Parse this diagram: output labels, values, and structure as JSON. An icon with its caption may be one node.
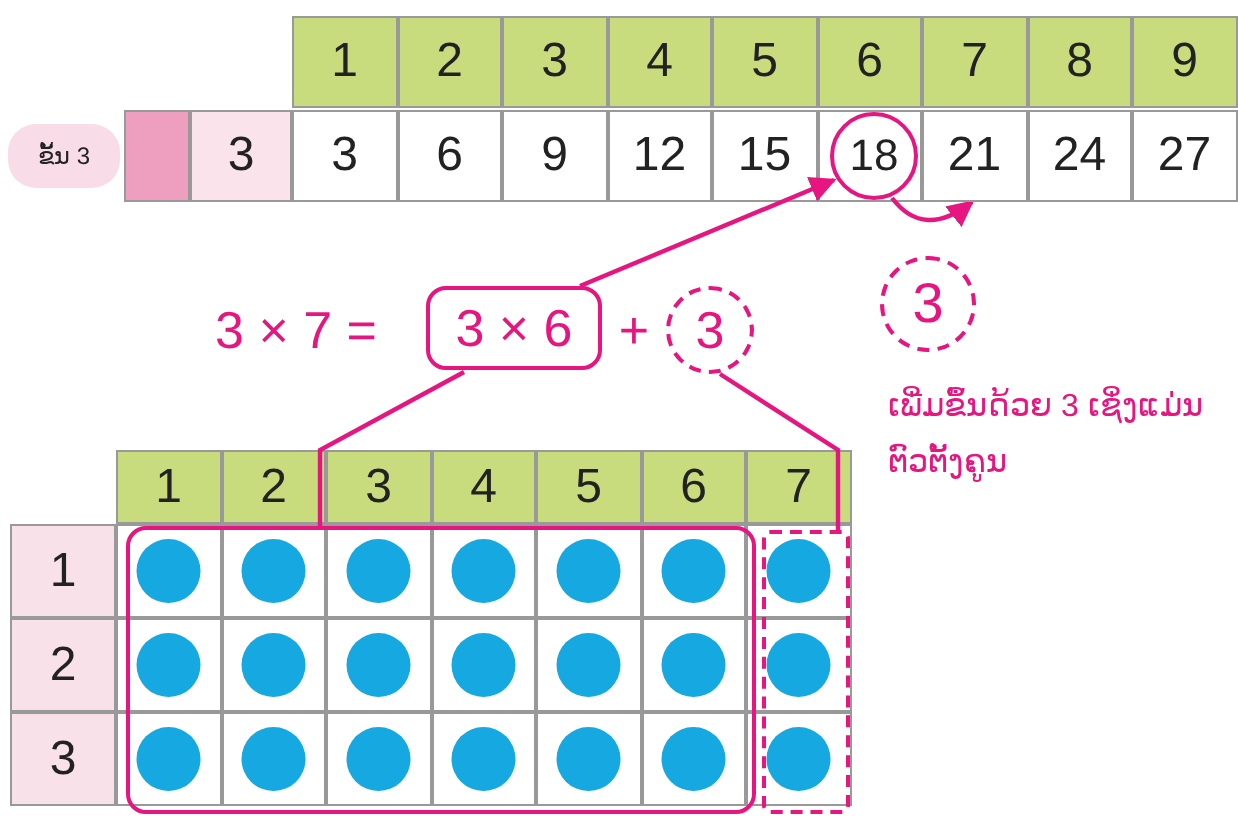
{
  "diagram": {
    "nodes": [
      {
        "text": [
          "18"
        ]
      },
      {
        "text": [
          "3 × 6"
        ]
      },
      {
        "text": [
          "3"
        ]
      },
      {
        "text": [
          "3"
        ],
        "beside": [
          "ເພີ່ມຂຶ້ນດ້ວຍ 3 ເຊິ່ງແມ່ນຕົວຕັ້ງຄູນ"
        ]
      },
      {
        "text": [
          "21"
        ]
      },
      {
        "text": [],
        "shape": "box"
      },
      {
        "text": [],
        "shape": "box"
      }
    ],
    "edges": [
      {
        "from": 1,
        "to": 0,
        "arrow": "to"
      },
      {
        "from": 0,
        "to": 4,
        "arrow": "to"
      },
      {
        "from": 1,
        "to": 5,
        "arrow": "none"
      },
      {
        "from": 2,
        "to": 6,
        "arrow": "none"
      }
    ],
    "labels": [
      "1",
      "2",
      "3",
      "4",
      "5",
      "6",
      "7",
      "8",
      "9",
      "ຂັ້ນ 3",
      "3",
      "3",
      "6",
      "9",
      "12",
      "15",
      "24",
      "27",
      "3 × 7 =",
      "+",
      "1",
      "2",
      "3",
      "4",
      "5",
      "6",
      "7",
      "1",
      "2",
      "3"
    ]
  }
}
